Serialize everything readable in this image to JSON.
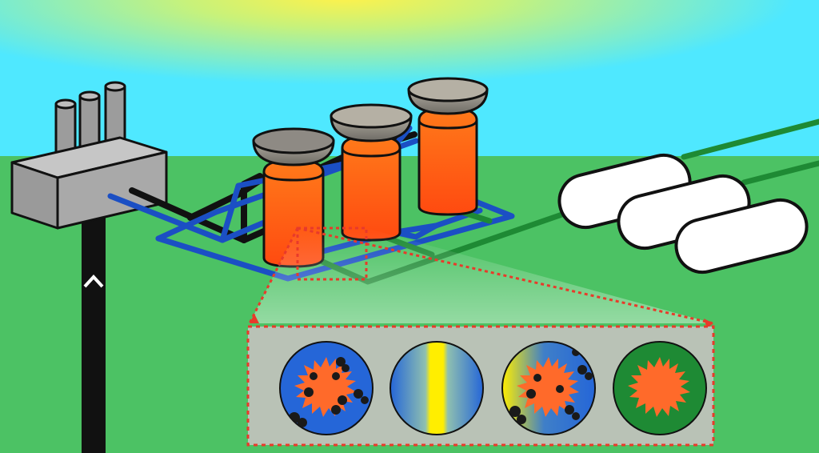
{
  "scene": {
    "sky_color": "#4fe8ff",
    "ground_color": "#4cc264",
    "sun_color": "#fff24a",
    "colors": {
      "factory": "#a3a3a3",
      "reactor_body": "#ff5a10",
      "reactor_cap": "#8a8680",
      "pipe_blue": "#1b4fc4",
      "pipe_black": "#111111",
      "pipe_green": "#1e8a34",
      "tank": "#ffffff",
      "zoom_outline": "#e83a2a",
      "zoom_panel": "#b9c2b6",
      "microbe": "#ff6a2a",
      "medium_blue": "#2566d8",
      "light_band": "#ffee00",
      "medium_green": "#1e8a34",
      "particle": "#1a1a1a"
    },
    "components": {
      "factory": {
        "chimneys": 3
      },
      "reactors": {
        "count": 3
      },
      "storage_tanks": {
        "count": 3
      }
    },
    "zoom_panels": [
      {
        "name": "microbe-with-particles",
        "background": "blue",
        "microbe": true,
        "particles": true,
        "light": false
      },
      {
        "name": "light-band",
        "background": "blue",
        "microbe": false,
        "particles": false,
        "light": true
      },
      {
        "name": "microbe-light-particles",
        "background": "blue",
        "microbe": true,
        "particles": true,
        "light": true
      },
      {
        "name": "microbe-clean",
        "background": "green",
        "microbe": true,
        "particles": false,
        "light": false
      }
    ]
  }
}
